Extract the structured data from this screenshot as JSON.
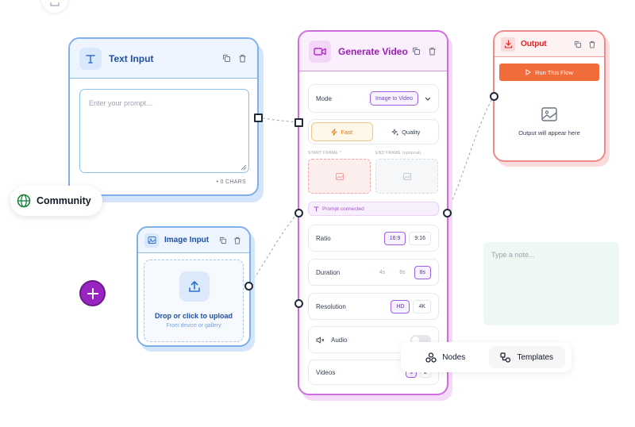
{
  "colors": {
    "input_accent": "#7fb0ea",
    "generate_accent": "#d06be0",
    "output_accent": "#ef8a8a",
    "run_button": "#f26b3a",
    "add_button": "#9a24c2",
    "note_background": "#eef8f2"
  },
  "text_input": {
    "title": "Text Input",
    "icon": "text-t-icon",
    "placeholder": "Enter your prompt...",
    "char_count": "• 0 CHARS"
  },
  "image_input": {
    "title": "Image Input",
    "icon": "image-icon",
    "drop_title": "Drop or click to upload",
    "drop_subtitle": "From device or gallery"
  },
  "generate_video": {
    "title": "Generate Video",
    "icon": "video-camera-icon",
    "mode_label": "Mode",
    "mode_value": "Image to Video",
    "speed_options": [
      "Fast",
      "Quality"
    ],
    "speed_selected": "Fast",
    "start_frame_label": "START FRAME *",
    "end_frame_label": "END FRAME (optional)",
    "prompt_connected": "Prompt connected",
    "ratio_label": "Ratio",
    "ratio_options": [
      "16:9",
      "9:16"
    ],
    "ratio_selected": "16:9",
    "duration_label": "Duration",
    "duration_options": [
      "4s",
      "6s",
      "8s"
    ],
    "duration_selected": "8s",
    "resolution_label": "Resolution",
    "resolution_options": [
      "HD",
      "4K"
    ],
    "resolution_selected": "HD",
    "audio_label": "Audio",
    "audio_enabled": false,
    "videos_label": "Videos",
    "videos_options": [
      "1",
      "2"
    ]
  },
  "output": {
    "title": "Output",
    "icon": "download-icon",
    "run_label": "Run This Flow",
    "empty_text": "Output will appear here"
  },
  "community": {
    "label": "Community"
  },
  "note": {
    "placeholder": "Type a note..."
  },
  "toolbar": {
    "nodes_label": "Nodes",
    "templates_label": "Templates"
  }
}
